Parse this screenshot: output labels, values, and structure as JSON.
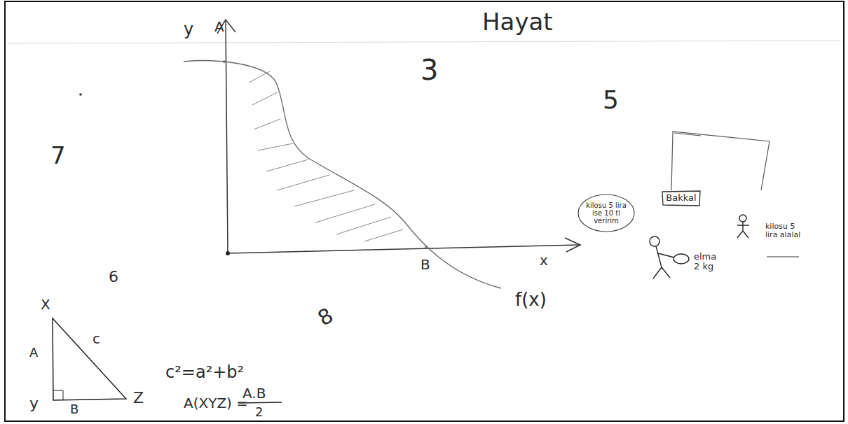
{
  "diagram": {
    "title": "Hayat",
    "nodes": [
      {
        "text": [
          "kilosu 5 lira ise 10 tl veririm"
        ]
      },
      {
        "text": [
          "Bakkal"
        ]
      }
    ],
    "labels": [
      "y",
      "A",
      "3",
      "5",
      "7",
      "x",
      "B",
      "f(x)",
      "6",
      "X",
      "A",
      "c",
      "y",
      "B",
      "Z",
      "c²=a²+b²",
      "A(XYZ) =",
      "A.B",
      "2",
      "8",
      "elma 2 kg",
      "kilosu 5 lira alalal"
    ]
  }
}
